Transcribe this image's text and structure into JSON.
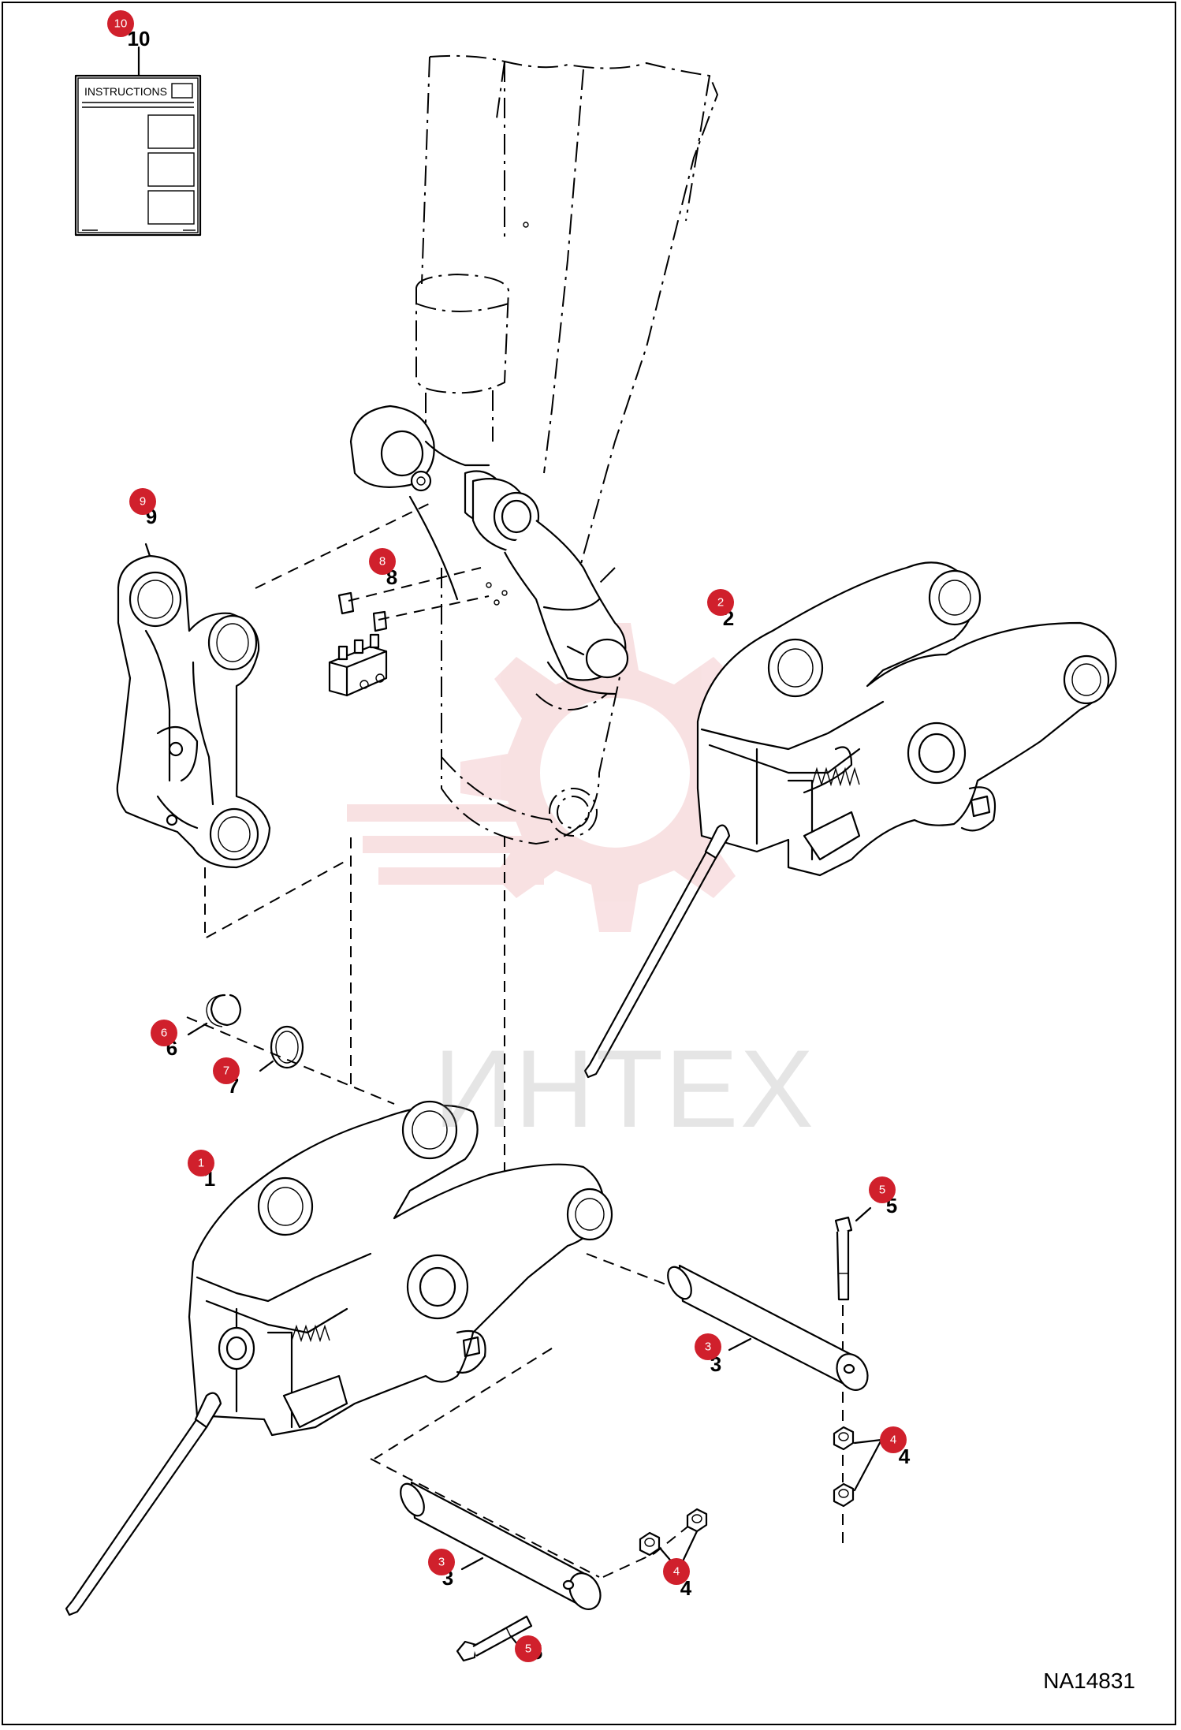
{
  "diagram": {
    "doc_code": "NA14831",
    "instructions_label": "INSTRUCTIONS",
    "watermark_text": "ИНТЕХ",
    "accent_color": "#d0202c",
    "callouts": [
      {
        "id": "callout-10",
        "label": "10"
      },
      {
        "id": "callout-9",
        "label": "9"
      },
      {
        "id": "callout-8",
        "label": "8"
      },
      {
        "id": "callout-2",
        "label": "2"
      },
      {
        "id": "callout-6",
        "label": "6"
      },
      {
        "id": "callout-7",
        "label": "7"
      },
      {
        "id": "callout-1",
        "label": "1"
      },
      {
        "id": "callout-5-top",
        "label": "5"
      },
      {
        "id": "callout-3-right",
        "label": "3"
      },
      {
        "id": "callout-4-right",
        "label": "4"
      },
      {
        "id": "callout-4-left",
        "label": "4"
      },
      {
        "id": "callout-3-left",
        "label": "3"
      },
      {
        "id": "callout-5-bottom",
        "label": "5"
      }
    ]
  }
}
